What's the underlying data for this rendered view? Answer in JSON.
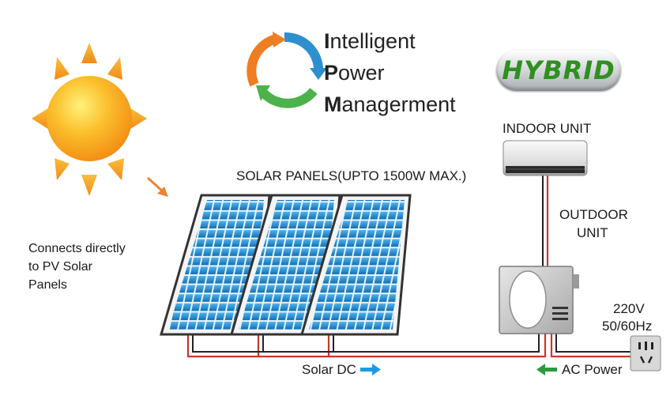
{
  "branding": {
    "intelligent_initial": "I",
    "intelligent_rest": "ntelligent",
    "power_initial": "P",
    "power_rest": "ower",
    "management_initial": "M",
    "management_rest": "anagerment",
    "hybrid_badge": "HYBRID"
  },
  "labels": {
    "solar_panels": "SOLAR PANELS(UPTO  1500W  MAX.)",
    "indoor_unit": "INDOOR UNIT",
    "outdoor_unit_line1": "OUTDOOR",
    "outdoor_unit_line2": "UNIT",
    "connects_line1": "Connects directly",
    "connects_line2": "to PV Solar",
    "connects_line3": "Panels",
    "voltage": "220V",
    "frequency": "50/60Hz",
    "solar_dc": "Solar DC",
    "ac_power": "AC Power"
  },
  "colors": {
    "sun_orange": "#f5a623",
    "panel_blue": "#1e8fd6",
    "wire_red": "#c8362b",
    "arrow_blue": "#1e9be0",
    "arrow_green": "#2e9a3e",
    "hybrid_green": "#2f8f1f"
  },
  "icons": [
    "sun-icon",
    "recycle-arrows-icon",
    "solar-panel-icon",
    "indoor-unit-icon",
    "outdoor-unit-icon",
    "power-outlet-icon",
    "arrow-right-icon",
    "arrow-left-icon"
  ]
}
